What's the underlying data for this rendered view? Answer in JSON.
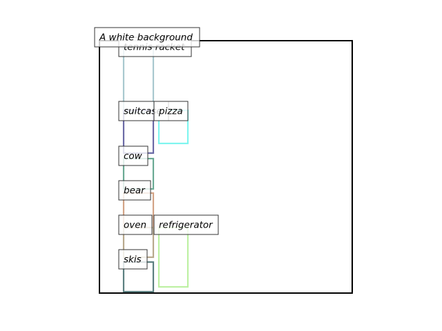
{
  "chart_data": {
    "type": "bounding_box_layout",
    "caption": "A white background",
    "frame_color": "#000000",
    "objects": [
      {
        "label": "tennis racket",
        "color": "#a9c8cf"
      },
      {
        "label": "suitcase",
        "color": "#6b6aa6"
      },
      {
        "label": "pizza",
        "color": "#7ff5ef"
      },
      {
        "label": "cow",
        "color": "#6aaa94"
      },
      {
        "label": "bear",
        "color": "#d3a386"
      },
      {
        "label": "oven",
        "color": "#b8a98c"
      },
      {
        "label": "refrigerator",
        "color": "#bdf0a2"
      },
      {
        "label": "skis",
        "color": "#5b7f80"
      }
    ]
  }
}
